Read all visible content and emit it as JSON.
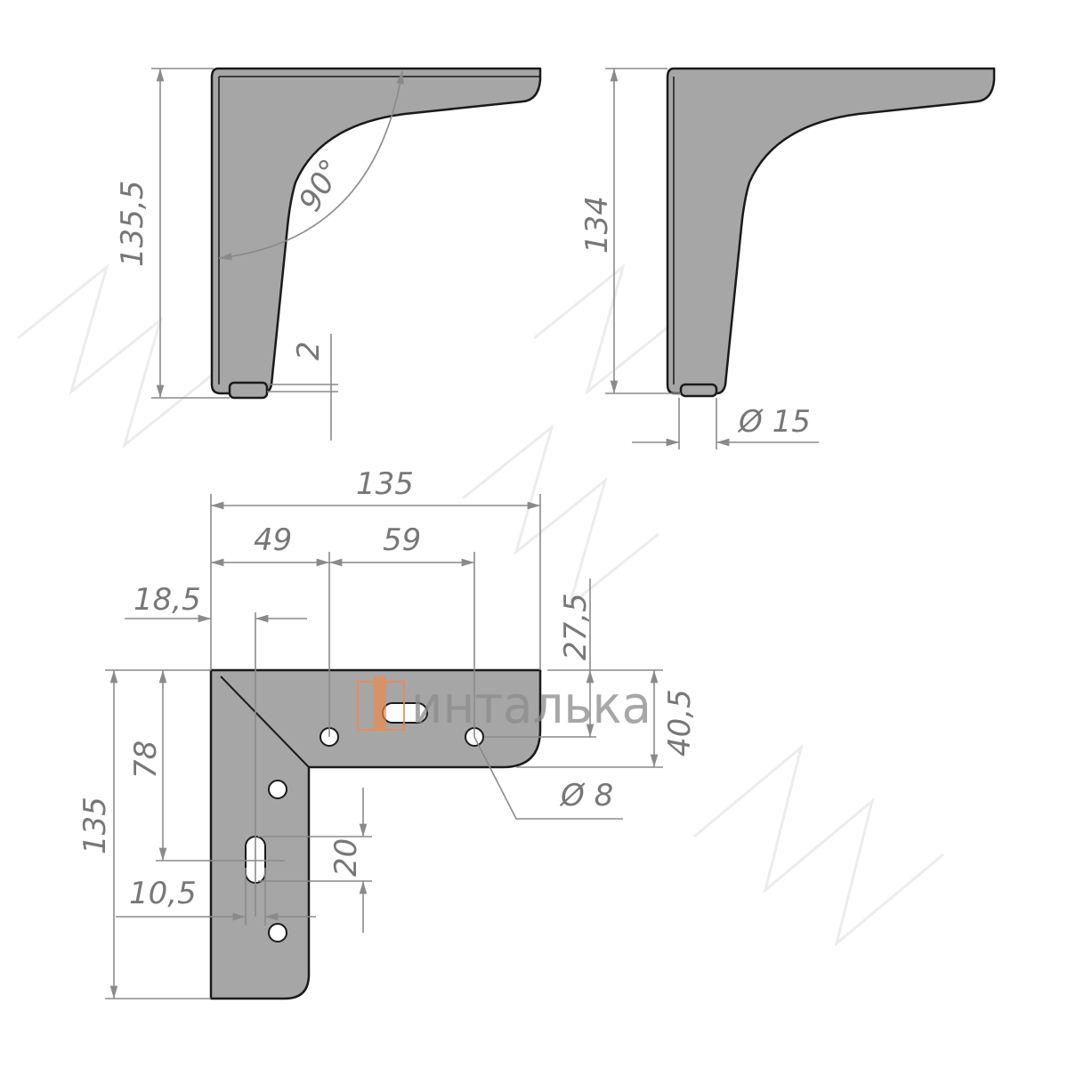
{
  "drawing": {
    "side_view": {
      "height_label": "135,5",
      "angle_label": "90°",
      "foot_label": "2"
    },
    "front_view": {
      "height_label": "134",
      "foot_diameter_label": "Ø 15"
    },
    "top_view": {
      "width_label": "135",
      "hole_offset_label": "49",
      "hole_spacing_label": "59",
      "left_hole_offset_label": "18,5",
      "right_vertical_offset_label": "27,5",
      "plate_width_label": "40,5",
      "slot_offset_label": "78",
      "length_label": "135",
      "slot_length_label": "20",
      "slot_x_label": "10,5",
      "hole_diameter_label": "Ø 8"
    }
  },
  "logo": {
    "text": "инталька",
    "accent_color": "#f08a4b"
  },
  "colors": {
    "part_fill": "#a6a6a6",
    "dimension": "#8a8a8a"
  }
}
